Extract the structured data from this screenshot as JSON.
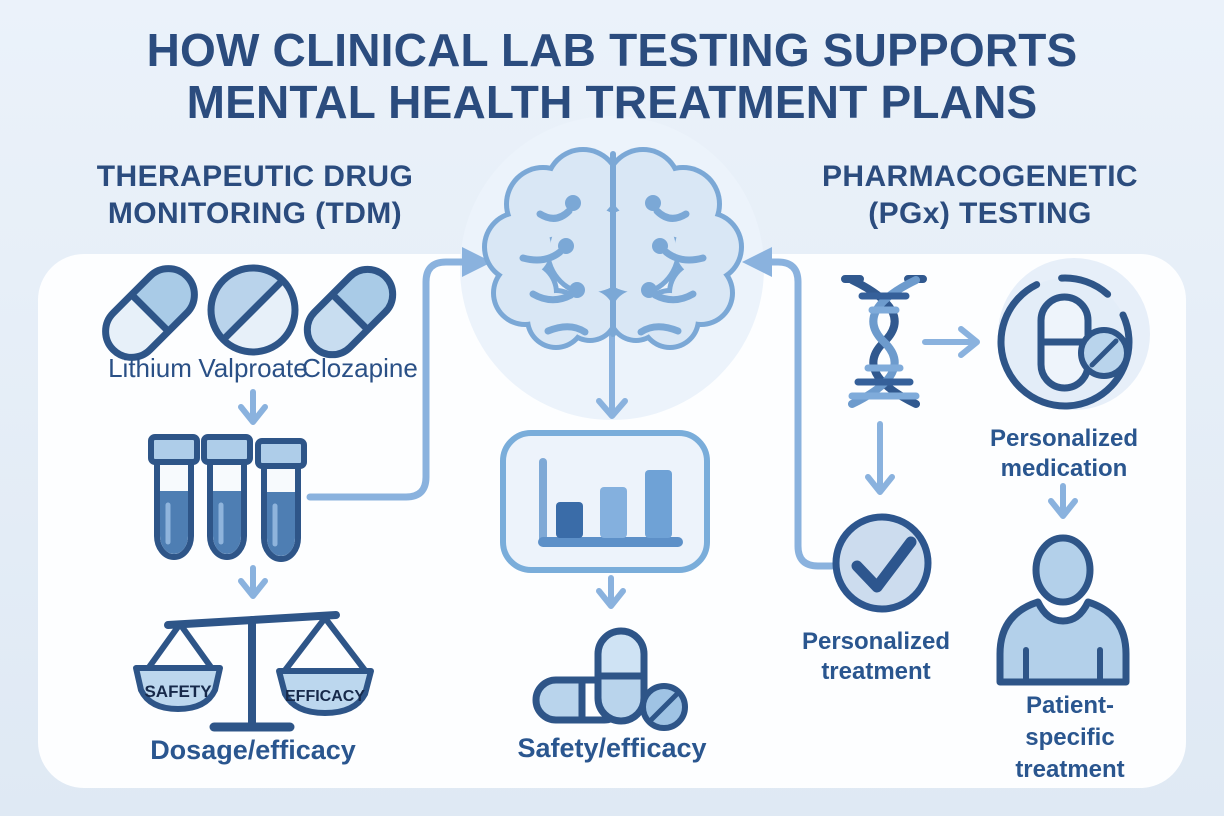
{
  "title": {
    "lines": [
      "HOW CLINICAL LAB TESTING SUPPORTS",
      "MENTAL HEALTH TREATMENT PLANS"
    ]
  },
  "left_section": {
    "heading_lines": [
      "THERAPEUTIC DRUG",
      "MONITORING (TDM)"
    ],
    "drugs": [
      {
        "name": "Lithium",
        "icon": "capsule-icon"
      },
      {
        "name": "Valproate",
        "icon": "tablet-icon"
      },
      {
        "name": "Clozapine",
        "icon": "capsule-icon"
      }
    ],
    "scale": {
      "left_pan": "SAFETY",
      "right_pan": "EFFICACY"
    },
    "outcome": "Dosage/efficacy"
  },
  "center_section": {
    "outcome": "Safety/efficacy"
  },
  "right_section": {
    "heading_lines": [
      "PHARMACOGENETIC",
      "(PGx) TESTING"
    ],
    "labels": {
      "medication_lines": [
        "Personalized",
        "medication"
      ],
      "treatment_lines": [
        "Personalized",
        "treatment"
      ],
      "patient_lines": [
        "Patient-",
        "specific",
        "treatment"
      ]
    }
  },
  "icons": {
    "brain": "brain-icon",
    "capsule": "capsule-icon",
    "tablet": "tablet-icon",
    "test_tubes": "test-tubes-icon",
    "balance_scale": "balance-scale-icon",
    "bar_chart": "bar-chart-icon",
    "pills_group": "pills-group-icon",
    "dna": "dna-helix-icon",
    "personalized_medication": "medication-circle-icon",
    "checkmark": "checkmark-circle-icon",
    "patient": "person-icon"
  },
  "colors": {
    "background": "#e5eef8",
    "panel": "#fdfeff",
    "title_text": "#2b4c7e",
    "label_text": "#2a568f",
    "icon_outline": "#2e5588",
    "arrow": "#8ab2de",
    "light_fill": "#d9e7f5",
    "mid_fill": "#aecde9",
    "tube_liquid": "#4e7eb3",
    "bar_dark": "#3a6ca8",
    "bar_mid": "#84b0de",
    "bar_light": "#6fa2d6"
  }
}
